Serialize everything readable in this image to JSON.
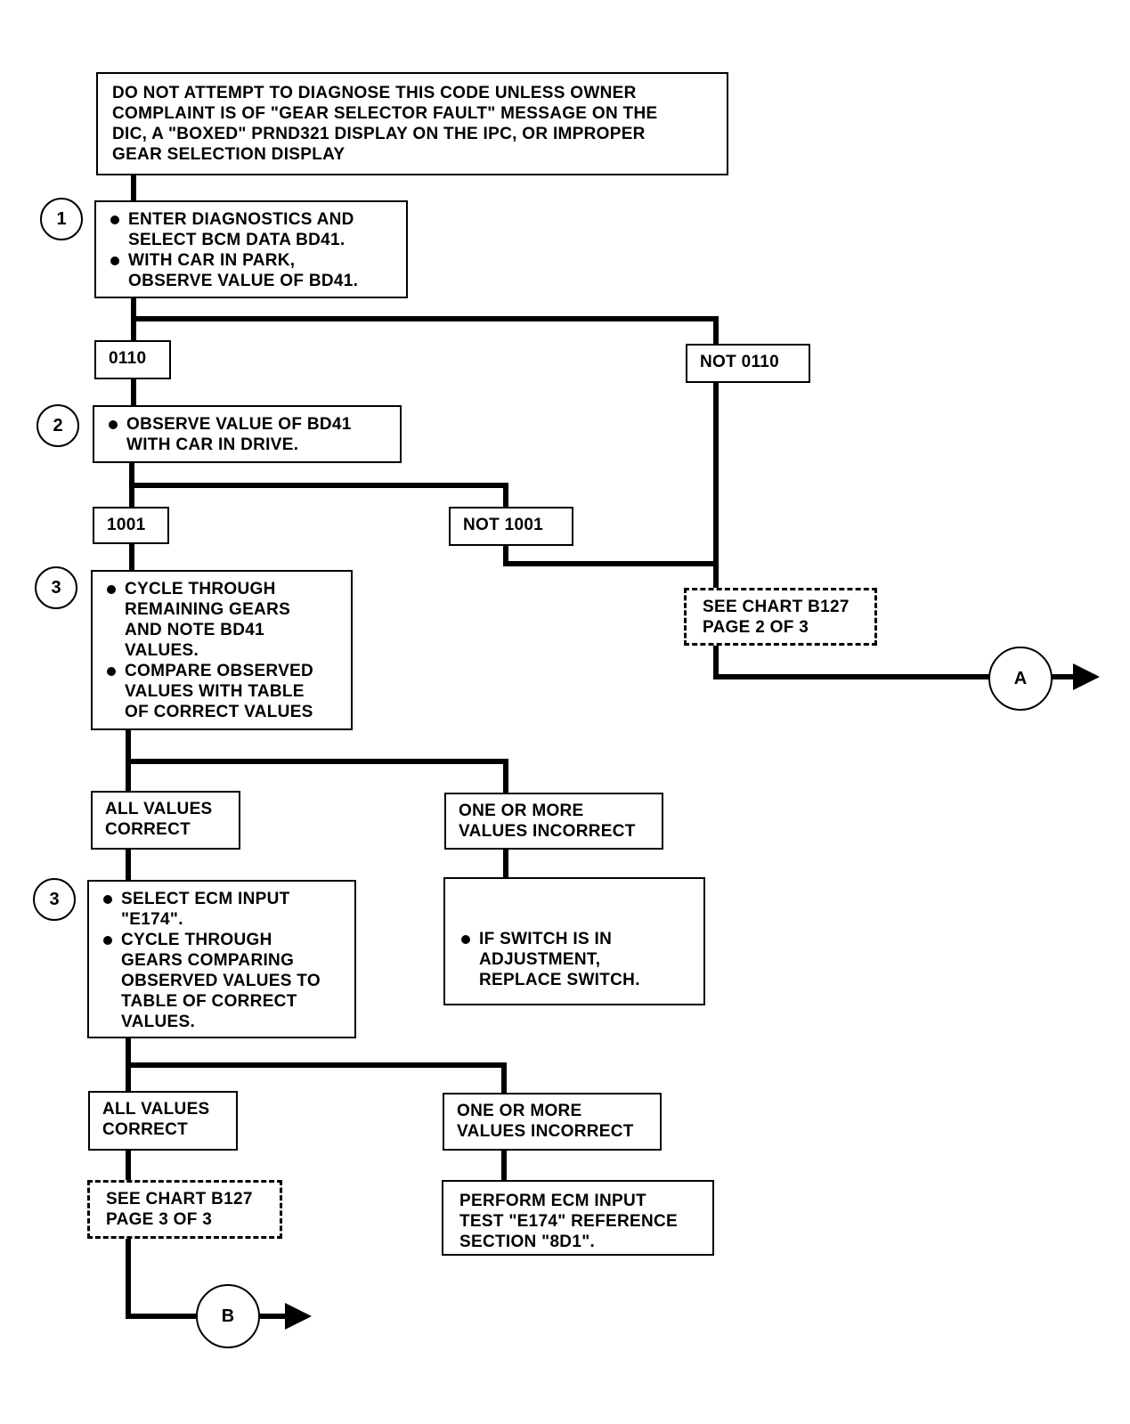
{
  "intro": "DO NOT ATTEMPT TO DIAGNOSE THIS CODE UNLESS OWNER\nCOMPLAINT IS OF \"GEAR SELECTOR FAULT\" MESSAGE ON THE\nDIC, A \"BOXED\" PRND321 DISPLAY ON THE IPC, OR IMPROPER\nGEAR SELECTION DISPLAY",
  "steps": {
    "s1": {
      "number": "1",
      "bullets": [
        "ENTER DIAGNOSTICS AND\nSELECT BCM DATA BD41.",
        "WITH CAR IN PARK,\nOBSERVE VALUE OF BD41."
      ]
    },
    "s2": {
      "number": "2",
      "bullets": [
        "OBSERVE VALUE OF BD41\nWITH CAR IN DRIVE."
      ]
    },
    "s3a": {
      "number": "3",
      "bullets": [
        "CYCLE THROUGH\nREMAINING GEARS\nAND NOTE BD41\nVALUES.",
        "COMPARE OBSERVED\nVALUES WITH TABLE\nOF CORRECT VALUES"
      ]
    },
    "s3b": {
      "number": "3",
      "bullets": [
        "SELECT ECM INPUT\n\"E174\".",
        "CYCLE THROUGH\nGEARS COMPARING\nOBSERVED VALUES TO\nTABLE OF CORRECT\nVALUES."
      ]
    }
  },
  "branches": {
    "b0110": "0110",
    "not0110": "NOT 0110",
    "b1001": "1001",
    "not1001": "NOT 1001",
    "allCorrect1": "ALL VALUES\nCORRECT",
    "incorrect1": "ONE OR MORE\nVALUES INCORRECT",
    "allCorrect2": "ALL VALUES\nCORRECT",
    "incorrect2": "ONE OR MORE\nVALUES INCORRECT"
  },
  "actions": {
    "replaceSwitch": [
      "IF SWITCH IS IN\nADJUSTMENT,\nREPLACE SWITCH."
    ],
    "performEcm": "PERFORM ECM INPUT\nTEST \"E174\" REFERENCE\nSECTION \"8D1\"."
  },
  "refs": {
    "page2": "SEE CHART B127\nPAGE 2 OF 3",
    "page3": "SEE CHART B127\nPAGE 3 OF 3"
  },
  "connectors": {
    "a": "A",
    "b": "B"
  }
}
